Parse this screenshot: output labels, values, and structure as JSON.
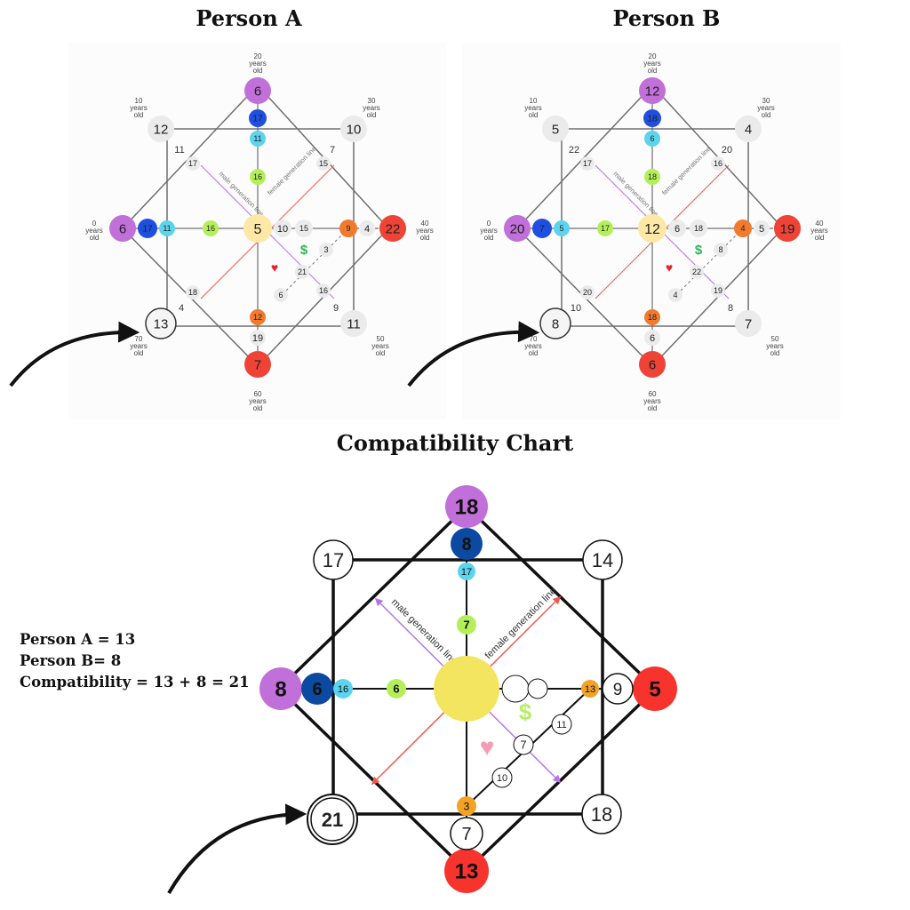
{
  "titles": {
    "person_a": "Person A",
    "person_b": "Person B",
    "compatibility": "Compatibility Chart"
  },
  "calculation": {
    "line_a": "Person A = 13",
    "line_b": "Person B= 8",
    "line_c": "Compatibility = 13 + 8 = 21"
  },
  "labels": {
    "male_line": "male generation line",
    "female_line": "female generation line",
    "dollar": "$",
    "heart": "♥"
  },
  "age_labels": [
    {
      "key": "age0",
      "years": "0",
      "line2": "years",
      "line3": "old"
    },
    {
      "key": "age10",
      "years": "10",
      "line2": "years",
      "line3": "old"
    },
    {
      "key": "age20",
      "years": "20",
      "line2": "years",
      "line3": "old"
    },
    {
      "key": "age30",
      "years": "30",
      "line2": "years",
      "line3": "old"
    },
    {
      "key": "age40",
      "years": "40",
      "line2": "years",
      "line3": "old"
    },
    {
      "key": "age50",
      "years": "50",
      "line2": "years",
      "line3": "old"
    },
    {
      "key": "age60",
      "years": "60",
      "line2": "years",
      "line3": "old"
    },
    {
      "key": "age70",
      "years": "70",
      "line2": "years",
      "line3": "old"
    }
  ],
  "colors": {
    "purple": "#c16fd9",
    "blue": "#1f4fe0",
    "navy": "#0b4aa0",
    "cyan": "#5cd4ee",
    "lime": "#b4ef5a",
    "yellow": "#f4e560",
    "pale_yellow": "#fde8a6",
    "orange": "#f07a2e",
    "amber": "#f2a225",
    "red": "#ef4337",
    "brightred": "#f7332e",
    "grey": "#ebebeb",
    "green": "#2fb55a",
    "heart_red": "#e8242b",
    "heart_pink": "#f59bb7",
    "lightgreen": "#b8ee66",
    "male_line": "#b774e8",
    "female_line": "#ef5a4c"
  },
  "person_a": {
    "outer_top": "6",
    "outer_top_right": "10",
    "outer_right": "22",
    "outer_bottom_right": "11",
    "outer_bottom": "7",
    "outer_bottom_left": "13",
    "outer_left": "6",
    "outer_top_left": "12",
    "top_blue": "17",
    "top_cyan": "11",
    "top_lime": "16",
    "center": "5",
    "left_blue": "17",
    "left_cyan": "11",
    "left_lime": "16",
    "right_orange": "9",
    "right_4": "4",
    "center_r1": "10",
    "center_r2": "15",
    "bottom_orange": "12",
    "bottom_19": "19",
    "tl_inner": "11",
    "tl_inner2": "17",
    "tr_inner": "7",
    "tr_inner2": "15",
    "bl_inner": "4",
    "bl_inner2": "18",
    "br_inner": "9",
    "br_inner2": "16",
    "diag_3": "3",
    "diag_21": "21",
    "diag_6": "6"
  },
  "person_b": {
    "outer_top": "12",
    "outer_top_right": "4",
    "outer_right": "19",
    "outer_bottom_right": "7",
    "outer_bottom": "6",
    "outer_bottom_left": "8",
    "outer_left": "20",
    "outer_top_left": "5",
    "top_blue": "18",
    "top_cyan": "6",
    "top_lime": "18",
    "center": "12",
    "left_blue": "7",
    "left_cyan": "5",
    "left_lime": "17",
    "right_orange": "4",
    "right_4": "5",
    "center_r1": "6",
    "center_r2": "18",
    "bottom_orange": "18",
    "bottom_19": "6",
    "tl_inner": "22",
    "tl_inner2": "17",
    "tr_inner": "20",
    "tr_inner2": "16",
    "bl_inner": "10",
    "bl_inner2": "20",
    "br_inner": "8",
    "br_inner2": "19",
    "diag_3": "8",
    "diag_21": "22",
    "diag_6": "4"
  },
  "compatibility": {
    "top": "18",
    "top_navy": "8",
    "top_cyan": "17",
    "top_lime": "7",
    "left": "8",
    "left_navy": "6",
    "left_cyan": "16",
    "left_lime": "6",
    "right": "5",
    "right_amber": "13",
    "right_nine": "9",
    "bottom": "13",
    "bottom_seven": "7",
    "bottom_amber": "3",
    "top_left": "17",
    "top_right": "14",
    "bottom_left": "21",
    "bottom_right": "18",
    "diag_11": "11",
    "diag_7": "7",
    "diag_10": "10"
  }
}
